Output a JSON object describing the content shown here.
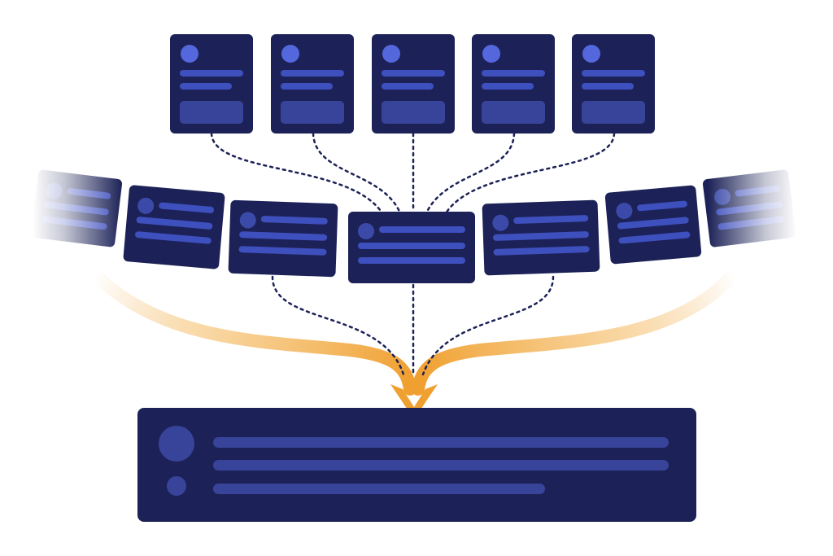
{
  "colors": {
    "background": "#ffffff",
    "card_fill": "#1c2257",
    "line_bright": "#3e4fbe",
    "avatar": "#5567dd",
    "avatar_dim": "#3b4aa8",
    "block": "#38449a",
    "connector": "#1c2257",
    "arrow": "#f0a030"
  },
  "diagram": {
    "top_cards": [
      {
        "kind": "source-card"
      },
      {
        "kind": "source-card"
      },
      {
        "kind": "source-card"
      },
      {
        "kind": "source-card"
      },
      {
        "kind": "source-card"
      }
    ],
    "curved_row": [
      {
        "kind": "message-card",
        "faded": true
      },
      {
        "kind": "message-card"
      },
      {
        "kind": "message-card"
      },
      {
        "kind": "message-card",
        "highlighted": true
      },
      {
        "kind": "message-card"
      },
      {
        "kind": "message-card"
      },
      {
        "kind": "message-card",
        "faded": true
      }
    ],
    "result_card": {
      "kind": "result-card"
    },
    "connectors": {
      "style": "dotted",
      "from_top_cards": 5,
      "to_result": 3
    },
    "merge_arrow": {
      "kind": "converging-arrow"
    }
  }
}
